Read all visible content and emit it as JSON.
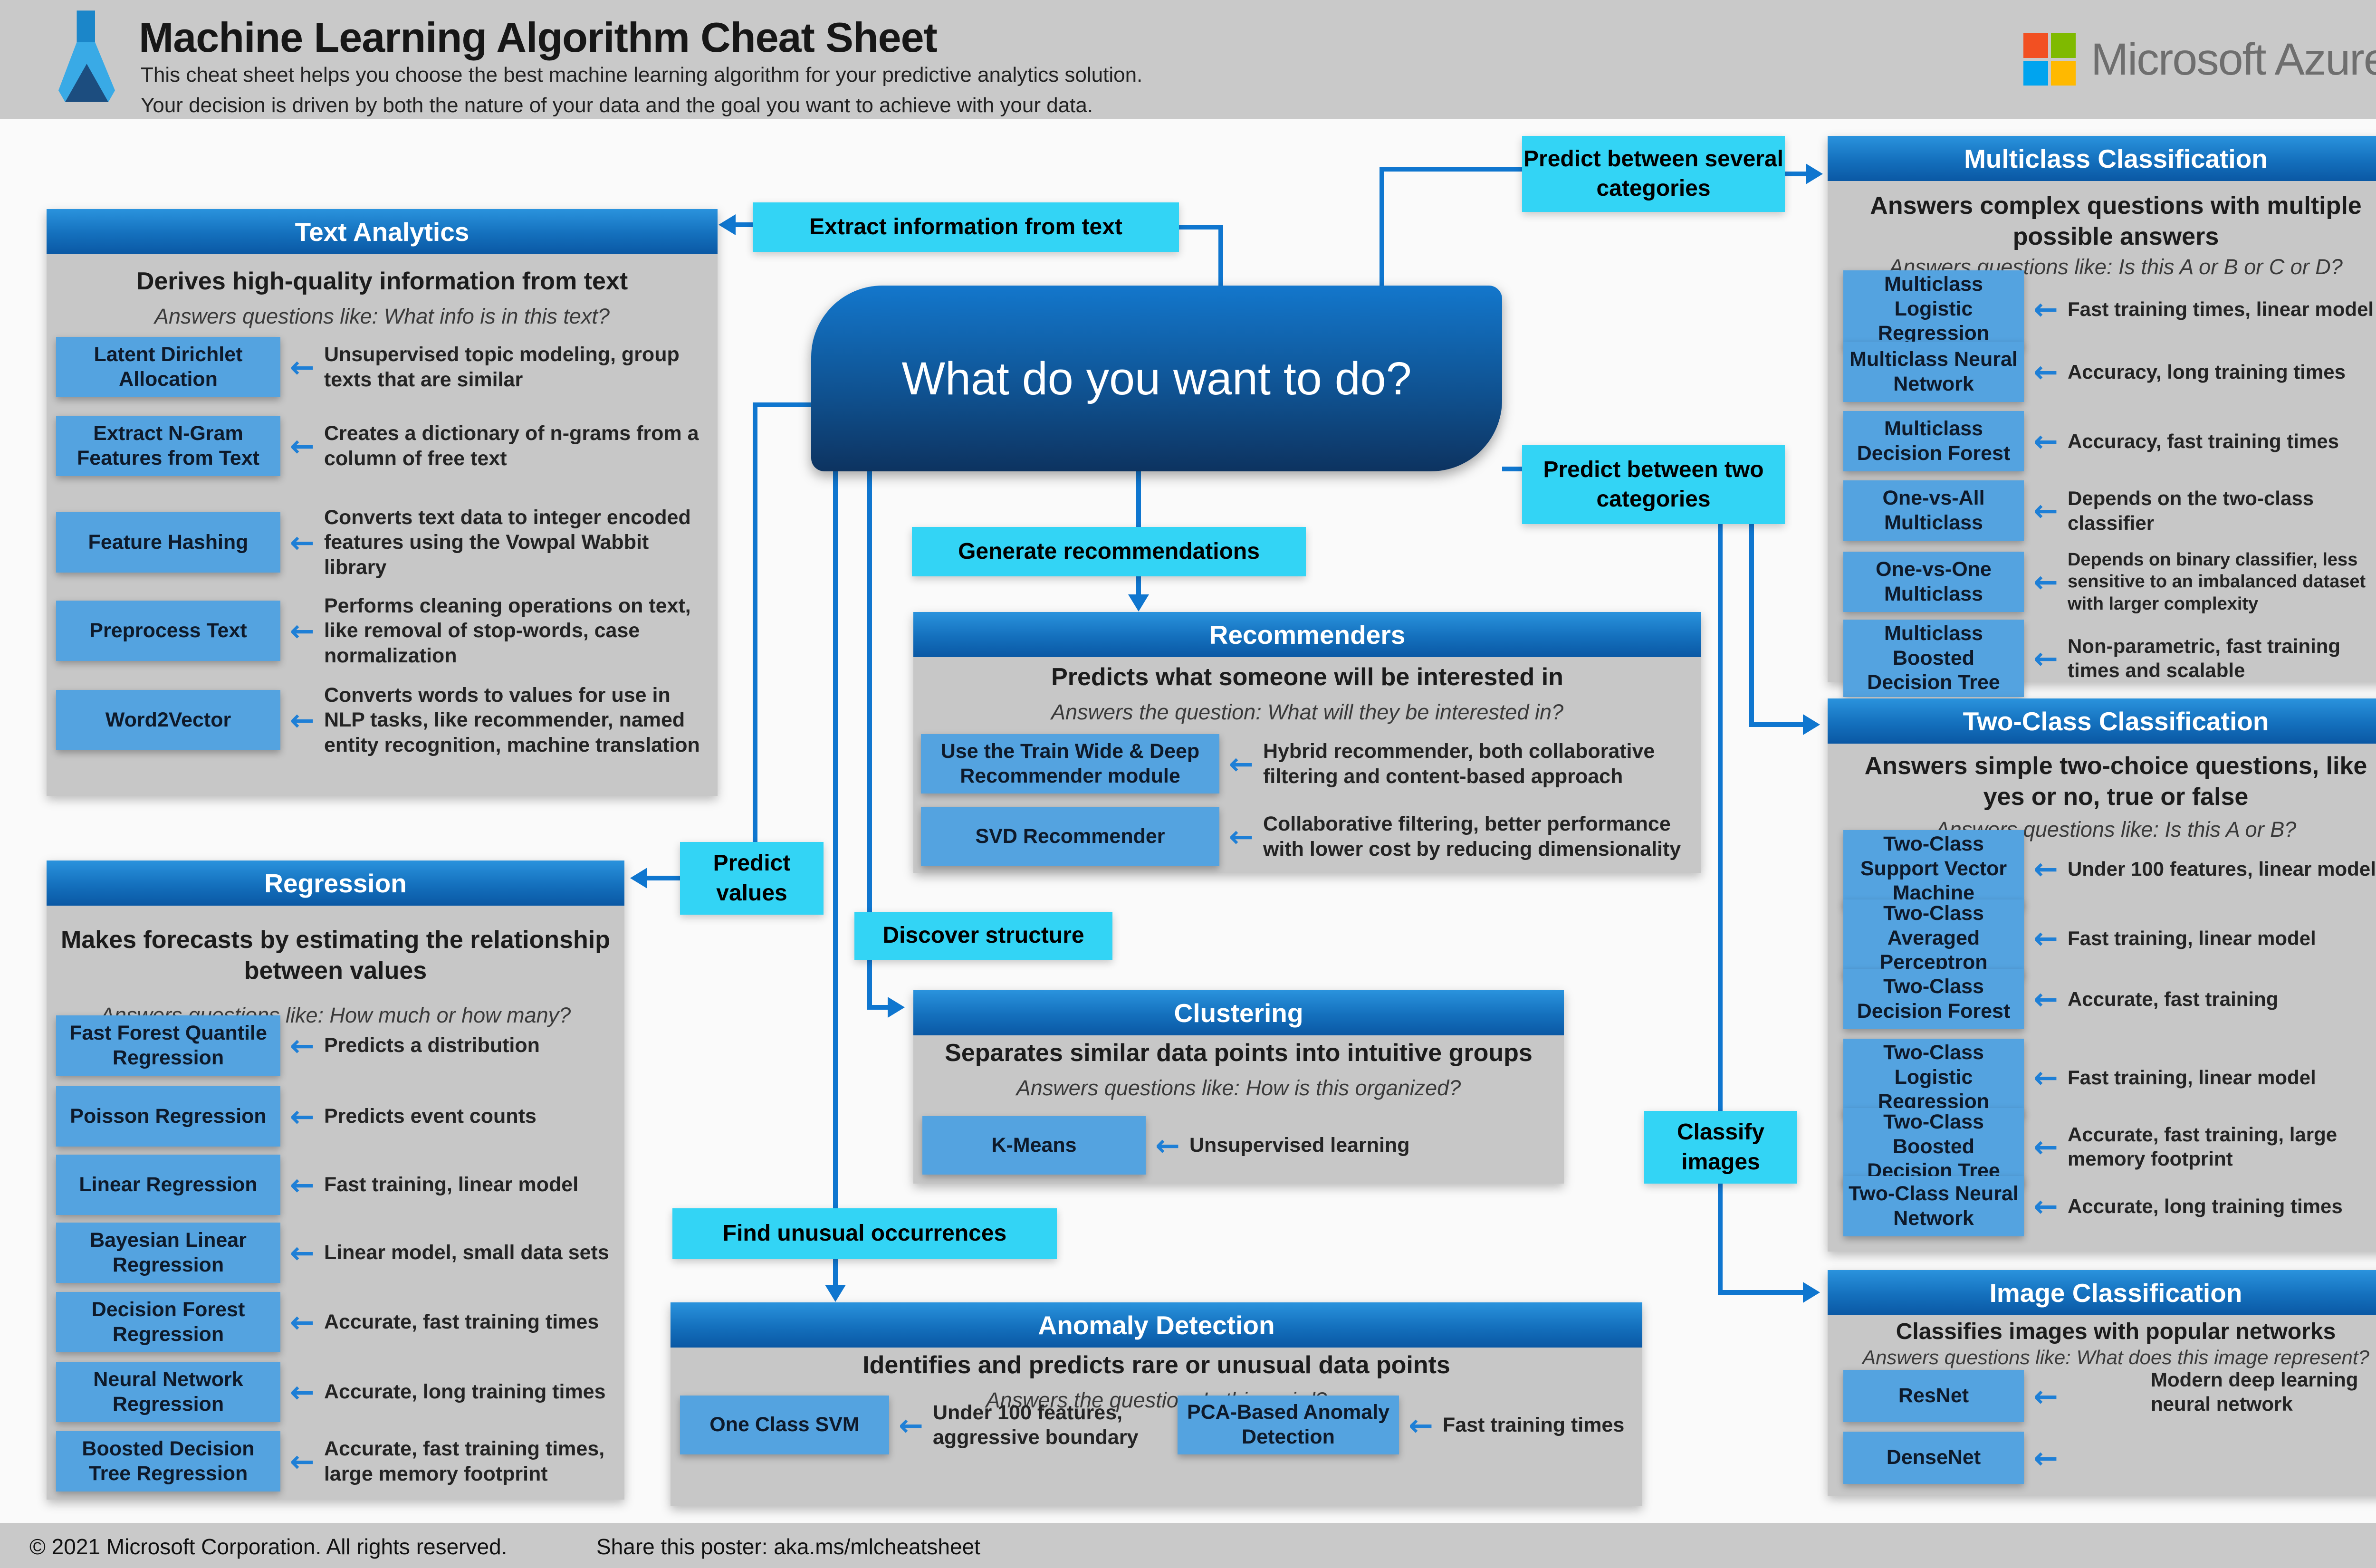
{
  "header": {
    "title": "Machine Learning Algorithm Cheat Sheet",
    "subtitle_line1": "This cheat sheet helps you choose the best machine learning algorithm for your predictive analytics solution.",
    "subtitle_line2": "Your decision is driven by both the nature of your data and the goal you want to achieve with your data.",
    "brand": "Microsoft Azure"
  },
  "center_question": "What do you want to do?",
  "flow_labels": {
    "extract_text": "Extract information from text",
    "several_categories": "Predict between several categories",
    "two_categories": "Predict between two categories",
    "generate_recommendations": "Generate recommendations",
    "predict_values": "Predict values",
    "discover_structure": "Discover structure",
    "find_unusual": "Find unusual occurrences",
    "classify_images": "Classify images"
  },
  "icons": {
    "left_arrow": "←"
  },
  "panels": {
    "text_analytics": {
      "title": "Text Analytics",
      "description": "Derives high-quality information from text",
      "question": "Answers questions like: What info is in this text?",
      "items": [
        {
          "name": "Latent Dirichlet Allocation",
          "note": "Unsupervised topic modeling, group texts that are similar"
        },
        {
          "name": "Extract N-Gram Features from Text",
          "note": "Creates a dictionary of n-grams from a column of free text"
        },
        {
          "name": "Feature Hashing",
          "note": "Converts text data to integer encoded features using the Vowpal Wabbit library"
        },
        {
          "name": "Preprocess Text",
          "note": "Performs cleaning operations on text, like removal of stop-words, case normalization"
        },
        {
          "name": "Word2Vector",
          "note": "Converts words to values for use in NLP tasks, like recommender, named entity recognition, machine translation"
        }
      ]
    },
    "regression": {
      "title": "Regression",
      "description": "Makes forecasts by estimating the relationship between values",
      "question": "Answers questions like: How much or how many?",
      "items": [
        {
          "name": "Fast Forest Quantile Regression",
          "note": "Predicts a distribution"
        },
        {
          "name": "Poisson Regression",
          "note": "Predicts event counts"
        },
        {
          "name": "Linear Regression",
          "note": "Fast training, linear model"
        },
        {
          "name": "Bayesian Linear Regression",
          "note": "Linear model, small data sets"
        },
        {
          "name": "Decision Forest Regression",
          "note": "Accurate, fast training times"
        },
        {
          "name": "Neural Network Regression",
          "note": "Accurate, long training times"
        },
        {
          "name": "Boosted Decision Tree Regression",
          "note": "Accurate, fast training times, large memory footprint"
        }
      ]
    },
    "recommenders": {
      "title": "Recommenders",
      "description": "Predicts what someone will be interested in",
      "question": "Answers the question: What will they be interested in?",
      "items": [
        {
          "name": "Use the Train Wide & Deep Recommender module",
          "note": "Hybrid recommender, both collaborative filtering and content-based approach"
        },
        {
          "name": "SVD Recommender",
          "note": "Collaborative filtering, better performance with lower cost by reducing dimensionality"
        }
      ]
    },
    "clustering": {
      "title": "Clustering",
      "description": "Separates similar data points into intuitive groups",
      "question": "Answers questions like: How is this organized?",
      "items": [
        {
          "name": "K-Means",
          "note": "Unsupervised learning"
        }
      ]
    },
    "anomaly_detection": {
      "title": "Anomaly Detection",
      "description": "Identifies and predicts rare or unusual data points",
      "question": "Answers the question: Is this weird?",
      "items": [
        {
          "name": "One Class SVM",
          "note": "Under 100 features, aggressive boundary"
        },
        {
          "name": "PCA-Based Anomaly Detection",
          "note": "Fast training times"
        }
      ]
    },
    "multiclass_classification": {
      "title": "Multiclass Classification",
      "description": "Answers complex questions with multiple possible answers",
      "question": "Answers questions like: Is this A or B or C or D?",
      "items": [
        {
          "name": "Multiclass Logistic Regression",
          "note": "Fast training times, linear model"
        },
        {
          "name": "Multiclass Neural Network",
          "note": "Accuracy, long training times"
        },
        {
          "name": "Multiclass Decision Forest",
          "note": "Accuracy, fast training times"
        },
        {
          "name": "One-vs-All Multiclass",
          "note": "Depends on the two-class classifier"
        },
        {
          "name": "One-vs-One Multiclass",
          "note": "Depends on binary classifier, less sensitive to an imbalanced dataset with larger complexity"
        },
        {
          "name": "Multiclass Boosted Decision Tree",
          "note": "Non-parametric, fast training times and scalable"
        }
      ]
    },
    "two_class_classification": {
      "title": "Two-Class Classification",
      "description": "Answers simple two-choice questions, like yes or no, true or false",
      "question": "Answers questions like: Is this A or B?",
      "items": [
        {
          "name": "Two-Class Support Vector Machine",
          "note": "Under 100 features, linear model"
        },
        {
          "name": "Two-Class Averaged Perceptron",
          "note": "Fast training, linear model"
        },
        {
          "name": "Two-Class Decision Forest",
          "note": "Accurate, fast training"
        },
        {
          "name": "Two-Class Logistic Regression",
          "note": "Fast training, linear model"
        },
        {
          "name": "Two-Class Boosted Decision Tree",
          "note": "Accurate, fast training, large memory footprint"
        },
        {
          "name": "Two-Class Neural Network",
          "note": "Accurate, long training times"
        }
      ]
    },
    "image_classification": {
      "title": "Image Classification",
      "description": "Classifies images with popular networks",
      "question": "Answers questions like: What does this image represent?",
      "items": [
        {
          "name": "ResNet"
        },
        {
          "name": "DenseNet"
        }
      ],
      "shared_note": "Modern deep learning neural network"
    }
  },
  "footer": {
    "copyright": "© 2021 Microsoft Corporation. All rights reserved.",
    "share": "Share this poster: aka.ms/mlcheatsheet"
  },
  "colors": {
    "connector_blue": "#0f76cf",
    "button_blue": "#54a3e0",
    "cyan_label": "#33d4f5",
    "panel_header_top": "#2a93dd",
    "panel_header_bottom": "#0a58a4",
    "center_box_top": "#1377cc",
    "center_box_bottom": "#0d3360",
    "panel_gray": "#c7c7c7",
    "band_gray": "#c9c9c9",
    "ms_red": "#f25022",
    "ms_green": "#7fba00",
    "ms_blue": "#00a4ef",
    "ms_yellow": "#ffb900"
  }
}
